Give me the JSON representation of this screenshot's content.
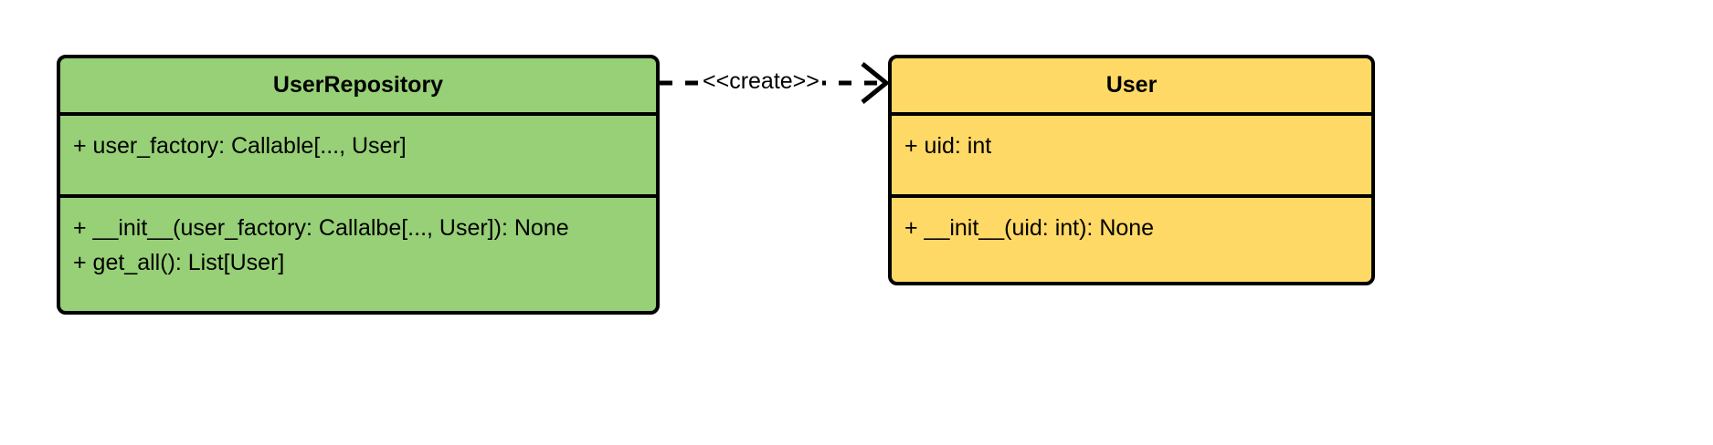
{
  "diagram": {
    "type": "uml-class-diagram",
    "background": "#ffffff",
    "classes": [
      {
        "id": "userrepository",
        "name": "UserRepository",
        "fill": "#97d077",
        "stroke": "#000000",
        "attributes": [
          "+ user_factory: Callable[..., User]"
        ],
        "methods": [
          "+ __init__(user_factory: Callalbe[..., User]): None",
          "+ get_all(): List[User]"
        ]
      },
      {
        "id": "user",
        "name": "User",
        "fill": "#ffd966",
        "stroke": "#000000",
        "attributes": [
          "+ uid: int"
        ],
        "methods": [
          "+ __init__(uid: int): None"
        ]
      }
    ],
    "relationships": [
      {
        "id": "create-dependency",
        "kind": "dependency",
        "line_style": "dashed",
        "arrow_head": "open",
        "label": "<<create>>",
        "source": "UserRepository",
        "target": "User"
      }
    ]
  }
}
